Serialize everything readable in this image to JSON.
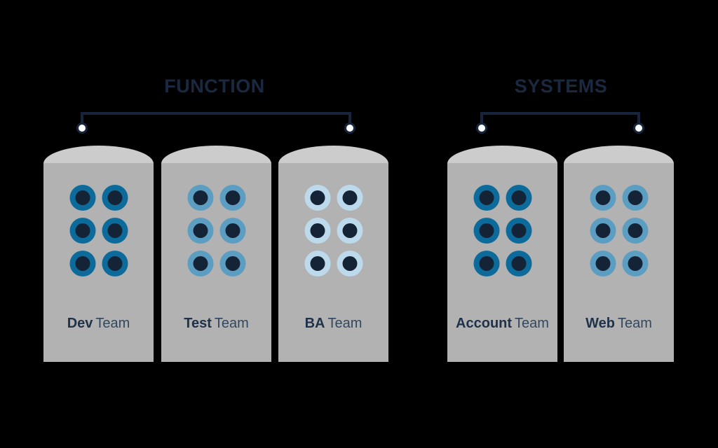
{
  "diagram": {
    "background_color": "#000000",
    "title_color": "#1a2940",
    "line_color": "#16253c",
    "connector_node_fill": "#ffffff",
    "pillar_cap_color": "#cccccc",
    "pillar_body_color": "#b2b2b2",
    "member_inner_color": "#152337",
    "label_bold_color": "#20324a",
    "label_regular_color": "#33475e",
    "groups": [
      {
        "id": "function",
        "title": "FUNCTION",
        "teams": [
          {
            "name_bold": "Dev",
            "name_rest": "Team",
            "member_ring_color": "#0d6b9b",
            "member_count": 6
          },
          {
            "name_bold": "Test",
            "name_rest": "Team",
            "member_ring_color": "#5c9ec2",
            "member_count": 6
          },
          {
            "name_bold": "BA",
            "name_rest": "Team",
            "member_ring_color": "#bcdaec",
            "member_count": 6
          }
        ]
      },
      {
        "id": "systems",
        "title": "SYSTEMS",
        "teams": [
          {
            "name_bold": "Account",
            "name_rest": "Team",
            "member_ring_color": "#0d6b9b",
            "member_count": 6
          },
          {
            "name_bold": "Web",
            "name_rest": "Team",
            "member_ring_color": "#5c9ec2",
            "member_count": 6
          }
        ]
      }
    ]
  }
}
